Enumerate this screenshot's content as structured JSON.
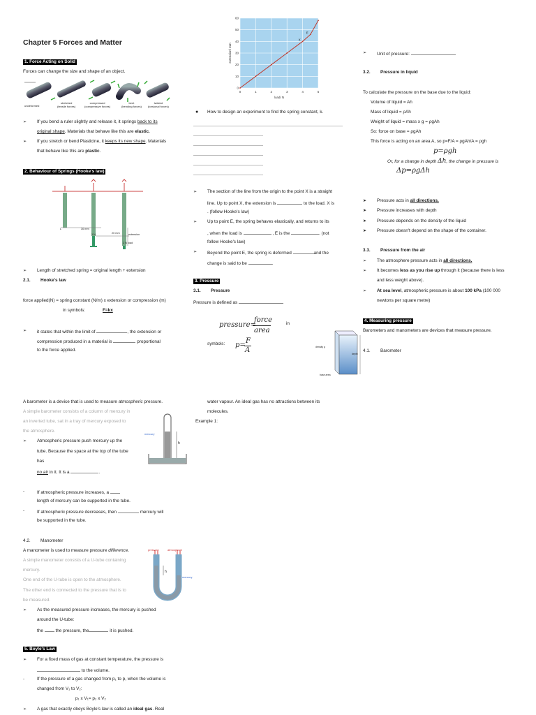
{
  "chapter_title": "Chapter 5 Forces and Matter",
  "s1": {
    "heading": "1.      Force Acting on Solid",
    "intro": "Forces   can   change   the   size   and   shape   of   an   object.",
    "rod_labels": [
      "undeformed",
      "stretched\n(tensile forces)",
      "compressed\n(compressive forces)",
      "bent\n(bending forces)",
      "twisted\n(torsional forces)"
    ],
    "b1_pre": "If you bend a ruler slightly and release it, it springs ",
    "b1_u1": "back to its",
    "b1_u2": "original shape",
    "b1_post": ". Materials that behave like this are ",
    "b1_bold": "elastic",
    "b2_pre": "If you stretch or bend Plasticine, it ",
    "b2_u": "keeps its new shape",
    "b2_post": ". Materials",
    "b2_line2_pre": "that behave like this are ",
    "b2_bold": "plastic"
  },
  "s2": {
    "heading": "2.      Behaviour of Springs (Hooke's law)",
    "fig_labels": [
      "L",
      "30 mm",
      "1 N",
      "20 mm",
      "extension",
      "2 N  load"
    ],
    "length_line": "Length of stretched spring = original length + extension",
    "sub_num": "2.1.",
    "sub_title": "Hooke's law",
    "formula_line": "force applied(N) = spring constant (N/m) x extension or compression (m)",
    "symbols_label": "in symbols:",
    "symbols_value": "F=kx",
    "b_l1_pre": "it states that within the limit of",
    "b_l1_post": ", the extension or",
    "b_l2_pre": "compression produced in a material is",
    "b_l2_post": "proportional",
    "b_l3": "to the force applied."
  },
  "chart_data": {
    "type": "line",
    "xlabel": "load/ N",
    "ylabel": "extension/ mm",
    "xlim": [
      0,
      5
    ],
    "ylim": [
      0,
      60
    ],
    "xticks": [
      0,
      1,
      2,
      3,
      4,
      5
    ],
    "yticks": [
      0,
      10,
      20,
      30,
      40,
      50,
      60
    ],
    "x": [
      0,
      1,
      2,
      3,
      4,
      4.5,
      5
    ],
    "y": [
      0,
      10,
      20,
      30,
      40,
      46,
      58
    ],
    "annotations": [
      "X",
      "E"
    ],
    "grid": true,
    "background": "#a9d4ef",
    "line_color": "#c0392b"
  },
  "spring_exp": {
    "bullet": "How to design an experiment to find the spring constant, k."
  },
  "graph_notes": {
    "n1_l1": "The section of the line from the origin to the point X is a straight",
    "n1_l2_pre": "line. Up to point X, the extension is",
    "n1_l2_post": "to the load. X is",
    "n1_l3": ". (follow Hooke's law)",
    "n2_l1": "Up  to  point  E,  the  spring  behaves  elastically,  and  returns  to  its",
    "n2_l2_pre": ", when the load is",
    "n2_l2_mid": ", E is the",
    "n2_l2_post": ". (not",
    "n2_l3": "follow Hooke's law)",
    "n3_l1_pre": "Beyond the point E, the spring is deformed",
    "n3_l1_post": "and the",
    "n3_l2_pre": "change is said to be",
    "n3_l2_post": "."
  },
  "s3": {
    "heading": "3.      Pressure",
    "sub_num": "3.1.",
    "sub_title": "Pressure",
    "defined": "Pressure is defined as",
    "eq_lhs": "pressure=",
    "eq_num": "force",
    "eq_den": "area",
    "eq_in": "in",
    "symbols_label": "symbols:",
    "sym_lhs": "p=",
    "sym_num": "F",
    "sym_den": "A",
    "box_labels": [
      "density ρ",
      "depth",
      "base area"
    ]
  },
  "unit_pressure": "Unit of pressure:",
  "s32": {
    "sub_num": "3.2.",
    "sub_title": "Pressure in liquid",
    "intro": "To calculate the pressure on the base due to the liquid:",
    "lines": [
      "Volume of liquid = Ah",
      "Mass of liquid = ρAh",
      "Weight of liquid = mass x g = ρgAh",
      "So: force on base = ρgAh",
      "This force is acting on an area A, so p=F/A = ρgAh/A = ρgh"
    ],
    "eq1": "p=ρgh",
    "depth_pre": "Or, for a change in depth",
    "depth_sym": "Δh",
    "depth_post": ", the change in pressure is",
    "eq2": "Δp=ρgΔh",
    "facts": [
      {
        "pre": "Pressure acts in ",
        "u": "all directions.",
        "post": ""
      },
      {
        "pre": "Pressure increases with depth",
        "u": "",
        "post": ""
      },
      {
        "pre": "Pressure depends on the density of the liquid",
        "u": "",
        "post": ""
      },
      {
        "pre": "Pressure doesn't depend on the shape of the container.",
        "u": "",
        "post": ""
      }
    ]
  },
  "s33": {
    "sub_num": "3.3.",
    "sub_title": "Pressure from the air",
    "b1_pre": "The atmosphere pressure acts in ",
    "b1_u": "all directions.",
    "b2_pre": "It becomes ",
    "b2_bold": "less as you rise up",
    "b2_post": " through it (because there is less",
    "b2_l2": "and less weight above).",
    "b3_bold1": "At sea level",
    "b3_mid": ", atmospheric pressure is about ",
    "b3_bold2": "100 kPa",
    "b3_post": " (100 000",
    "b3_l2": "newtons per square metre)"
  },
  "s4": {
    "heading": "4.      Measuring pressure",
    "intro": "Barometers and manometers are devices that measure pressure.",
    "sub_num": "4.1.",
    "sub_title": "Barometer"
  },
  "barometer": {
    "l1_pre": "A barometer is a device that is used to measure ",
    "l1_i": "atmospheric",
    "l1_post": " pressure.",
    "grey": [
      "A simple barometer consists of a column of mercury in",
      "an inverted tube, sat in a tray of mercury exposed to",
      "the atmosphere."
    ],
    "b1": [
      "Atmospheric   pressure   push   mercury   up   the",
      "tube.  Because  the  space  at  the  top  of  the  tube",
      "has"
    ],
    "b1_u": "no air",
    "b1_post": " in it. It is a",
    "d1_pre": "If atmospheric pressure increases, a",
    "d1_l2": "length of mercury can be supported in the tube.",
    "d2_pre": "If atmospheric pressure decreases, then",
    "d2_post": "mercury will",
    "d2_l2": "be supported in the tube.",
    "fig_labels": [
      "mercury",
      "h"
    ]
  },
  "manometer": {
    "sub_num": "4.2.",
    "sub_title": "Manometer",
    "l1_pre": "A manometer is used to measure pressure ",
    "l1_i": "difference",
    "l1_post": ".",
    "grey": [
      "A  simple  manometer  consists  of  a  U-tube  containing",
      "mercury.",
      "One end of the U-tube is open to the atmosphere.",
      "The other end is connected to the pressure that is to",
      "be measured."
    ],
    "b1": "As  the  measured  pressure  increases,  the  mercury  is  pushed",
    "b1_l2": "around the U-tube:",
    "b1_l3a": "the",
    "b1_l3b": "the pressure, the",
    "b1_l3c": "it is pushed.",
    "fig_labels": [
      "pressure",
      "atmosphere",
      "h",
      "mercury"
    ]
  },
  "s5": {
    "heading": "5.      Boyle's Law",
    "b1": "For a fixed mass of gas at constant temperature, the pressure is",
    "b1_l2": "to the volume.",
    "d1": "If the pressure of a gas changed from p₁ to p, when the volume is",
    "d1_l2": "changed from V₁ to V₂:",
    "eq": "p₁ x V₁= p₂ x V₂",
    "b2_pre": "A gas that exactly obeys Boyle's law is called an ",
    "b2_bold": "ideal gas",
    "b2_post": ". Real",
    "cont1": "water  vapour.  An  ideal  gas  has  no  attractions  between  its",
    "cont2": "molecules.",
    "example": "Example 1:"
  }
}
